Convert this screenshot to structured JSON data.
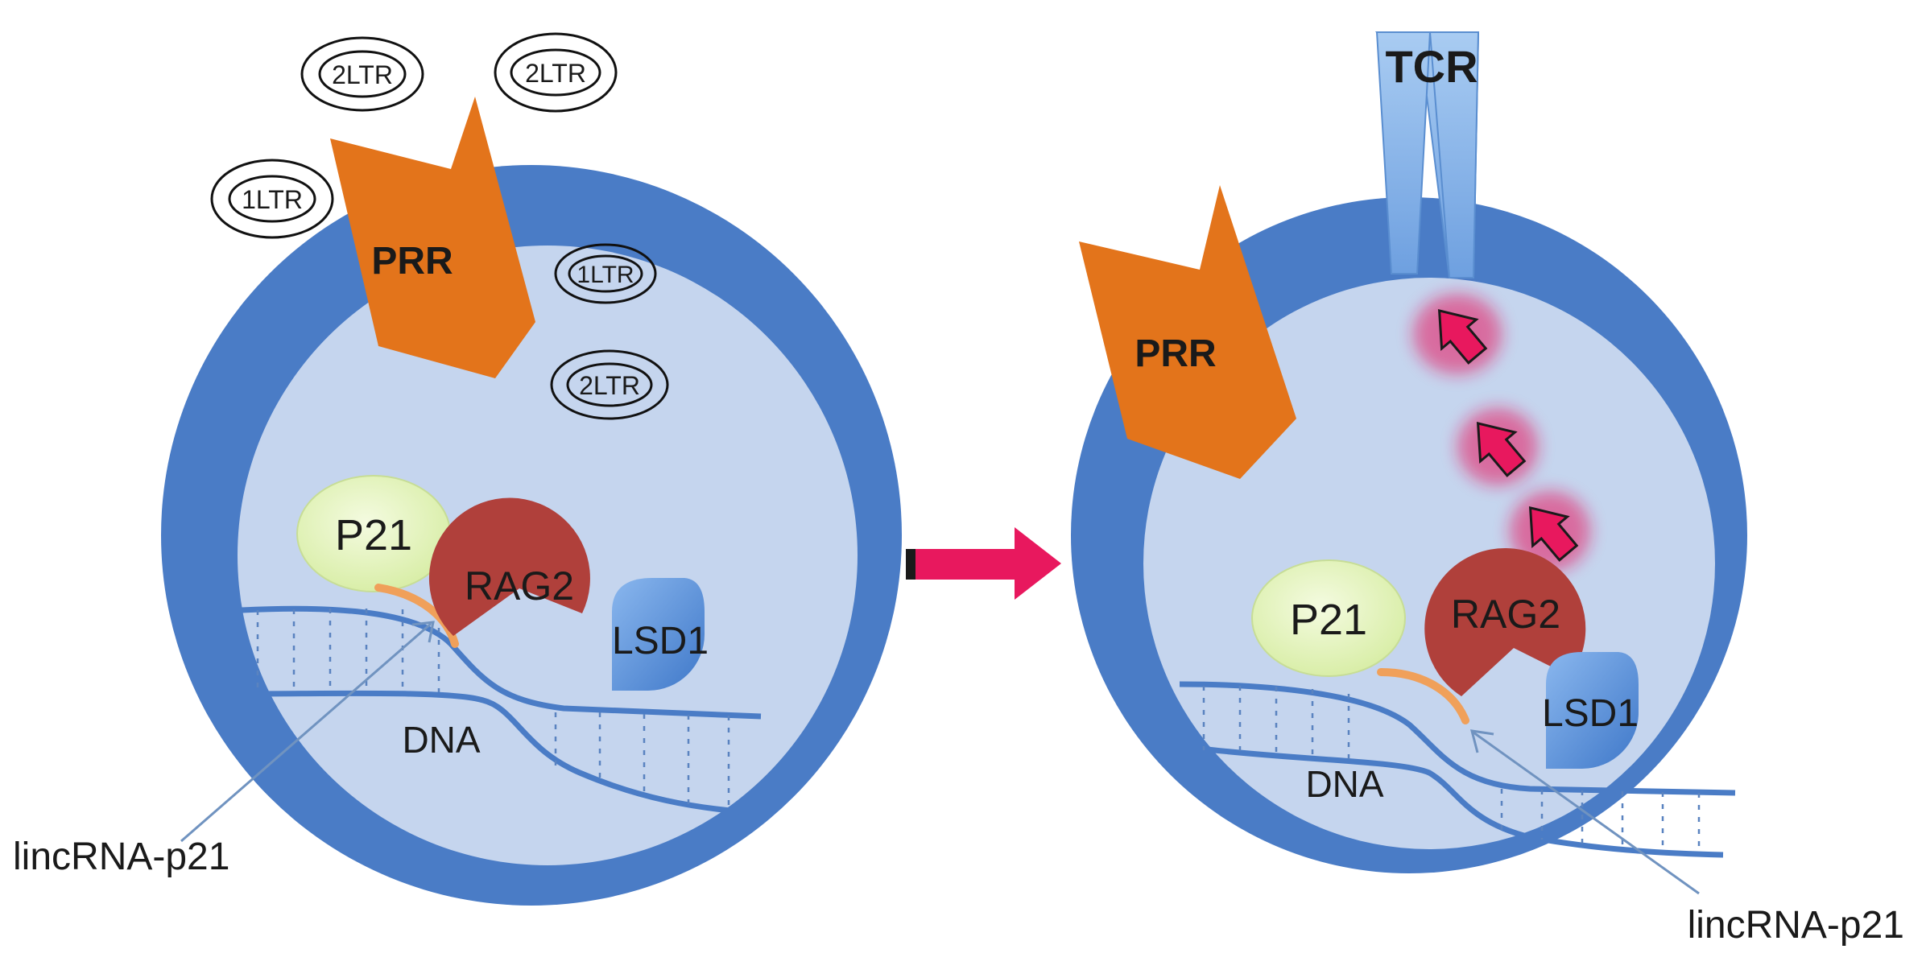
{
  "left_panel": {
    "prr_label": "PRR",
    "p21_label": "P21",
    "rag2_label": "RAG2",
    "lsd1_label": "LSD1",
    "dna_label": "DNA",
    "lincrna_label": "lincRNA-p21",
    "ltr_labels": {
      "outside_1": "2LTR",
      "outside_2": "2LTR",
      "outside_3": "1LTR",
      "inside_1": "1LTR",
      "inside_2": "2LTR"
    }
  },
  "right_panel": {
    "tcr_label": "TCR",
    "prr_label": "PRR",
    "p21_label": "P21",
    "rag2_label": "RAG2",
    "lsd1_label": "LSD1",
    "dna_label": "DNA",
    "lincrna_label": "lincRNA-p21"
  },
  "colors": {
    "membrane": "#4a7cc6",
    "cytoplasm": "#c5d5ee",
    "prr": "#e3741b",
    "p21": "#e6f4c2",
    "rag2": "#b0403b",
    "lsd1": "#5b93da",
    "transition_arrow": "#e8185e",
    "signal_arrows": "#e8185e",
    "tcr": "#7fb0e8"
  }
}
